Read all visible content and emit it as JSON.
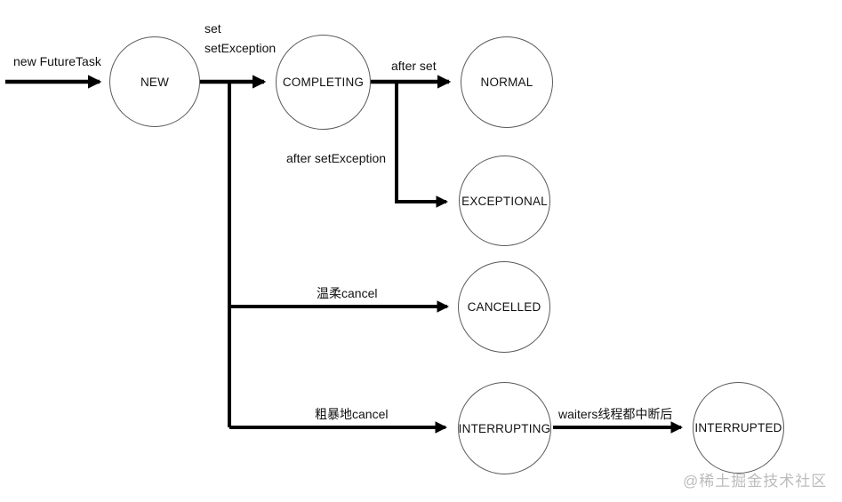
{
  "states": {
    "new": "NEW",
    "completing": "COMPLETING",
    "normal": "NORMAL",
    "exceptional": "EXCEPTIONAL",
    "cancelled": "CANCELLED",
    "interrupting": "INTERRUPTING",
    "interrupted": "INTERRUPTED"
  },
  "edges": {
    "entry": {
      "label": "new FutureTask"
    },
    "new_to_completing": {
      "label_line1": "set",
      "label_line2": "setException"
    },
    "completing_to_normal": {
      "label": "after set"
    },
    "completing_to_exceptional": {
      "label": "after setException"
    },
    "new_to_cancelled": {
      "label": "温柔cancel"
    },
    "new_to_interrupting": {
      "label": "粗暴地cancel"
    },
    "interrupting_to_interrupted": {
      "label": "waiters线程都中断后"
    }
  },
  "watermark": "@稀土掘金技术社区",
  "colors": {
    "background": "#ffffff",
    "arrow": "#000000",
    "state_stroke": "#595959",
    "state_text": "#111111",
    "watermark_text": "#bcbcbc"
  }
}
